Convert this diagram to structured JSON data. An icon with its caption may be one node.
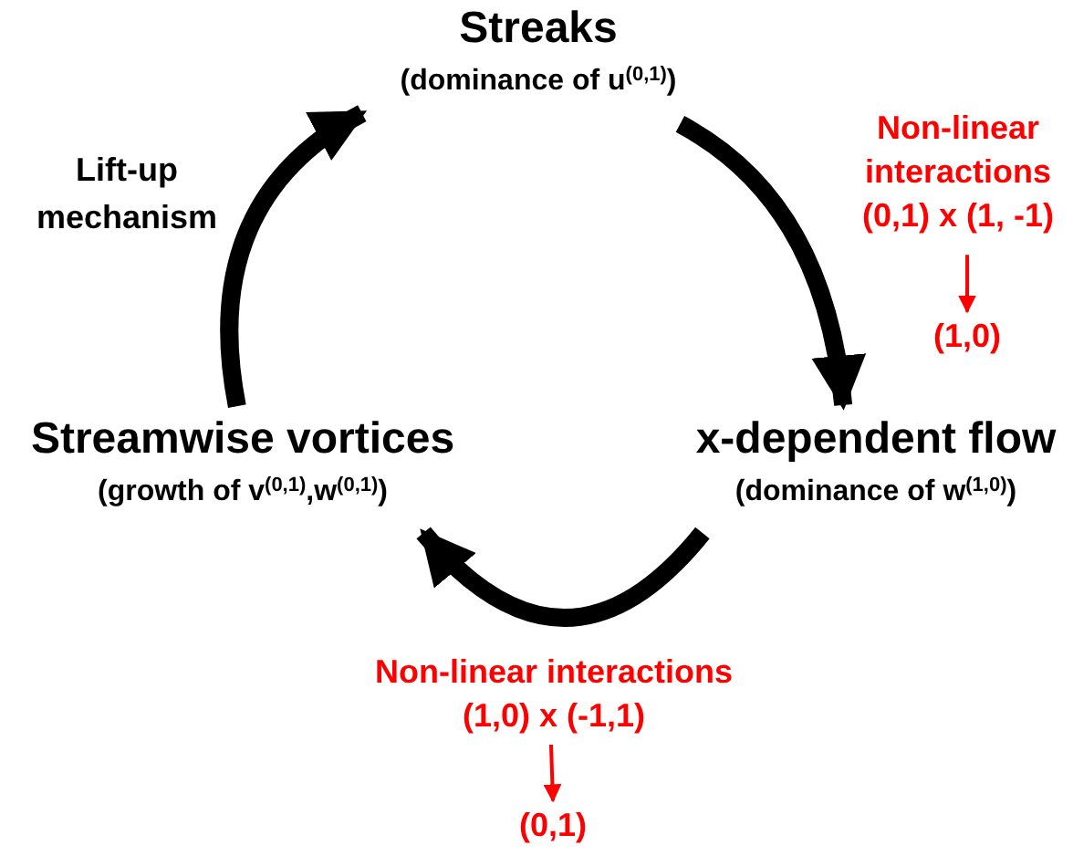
{
  "diagram": {
    "nodes": [
      {
        "text": [
          "Streaks",
          "(dominance of u$^{(0,1)}$)"
        ]
      },
      {
        "text": [
          "x-dependent flow",
          "(dominance of w$^{(1,0)}$)"
        ]
      },
      {
        "text": [
          "Streamwise vortices",
          "(growth of v$^{(0,1)}$,w$^{(0,1)}$)"
        ]
      },
      {
        "text": [
          "Non-linear interactions (0,1) x (1, -1)"
        ]
      },
      {
        "text": [
          "(1,0)"
        ]
      },
      {
        "text": [
          "Non-linear interactions (1,0) x (-1,1)"
        ]
      },
      {
        "text": [
          "(0,1)"
        ]
      }
    ],
    "edges": [
      {
        "from": 0,
        "to": 1,
        "arrow": "to"
      },
      {
        "from": 1,
        "to": 2,
        "arrow": "to"
      },
      {
        "from": 2,
        "to": 0,
        "arrow": "to"
      },
      {
        "from": 3,
        "to": 4,
        "arrow": "to",
        "color": "#ff0000"
      },
      {
        "from": 5,
        "to": 6,
        "arrow": "to",
        "color": "#ff0000"
      }
    ],
    "labels": [
      "Lift-up mechanism"
    ]
  }
}
